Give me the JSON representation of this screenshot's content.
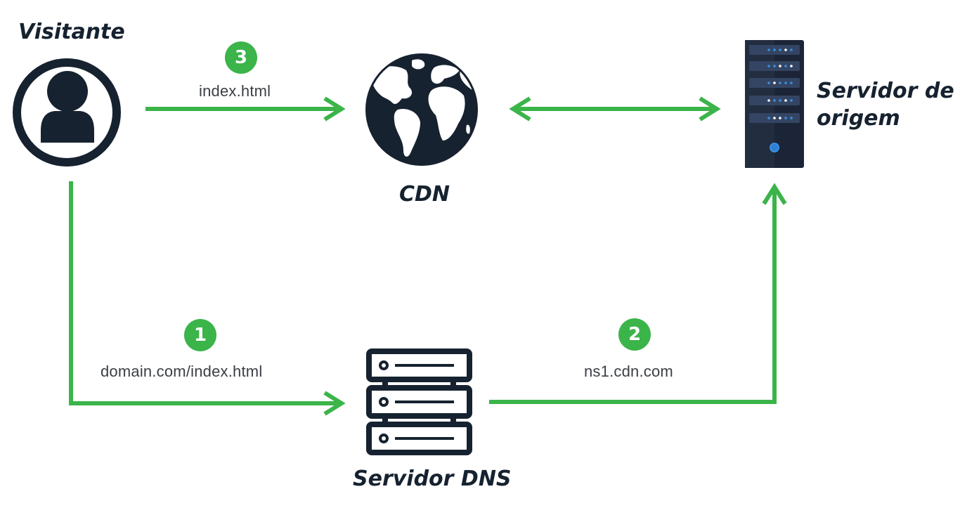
{
  "colors": {
    "arrow": "#3bb44a",
    "icon_dark": "#16222f",
    "badge": "#3bb44a",
    "server_led_blue": "#3b8fe0"
  },
  "nodes": {
    "visitor": {
      "label": "Visitante",
      "icon": "user-icon"
    },
    "cdn": {
      "label": "CDN",
      "icon": "globe-icon"
    },
    "origin": {
      "label_line1": "Servidor de",
      "label_line2": "origem",
      "icon": "server-tower-icon"
    },
    "dns": {
      "label": "Servidor DNS",
      "icon": "server-stack-icon"
    }
  },
  "steps": [
    {
      "number": "1",
      "text": "domain.com/index.html"
    },
    {
      "number": "2",
      "text": "ns1.cdn.com"
    },
    {
      "number": "3",
      "text": "index.html"
    }
  ]
}
